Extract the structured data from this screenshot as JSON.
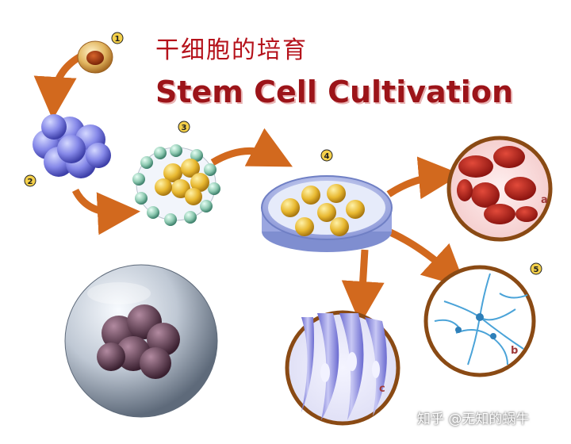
{
  "title_cn": "干细胞的培育",
  "title_en": "Stem Cell Cultivation",
  "steps": [
    "1",
    "2",
    "3",
    "4",
    "5"
  ],
  "outcome_labels": [
    "a",
    "b",
    "c"
  ],
  "watermark": "知乎 @无知的蜗牛",
  "colors": {
    "title": "#b5121b",
    "arrow": "#d2691e",
    "embryo": "#7f7fe0",
    "cell_yellow": "#e8b830",
    "red_cell": "#b8201a",
    "neuron": "#4aa3d8",
    "muscle": "#8a8ad8"
  }
}
